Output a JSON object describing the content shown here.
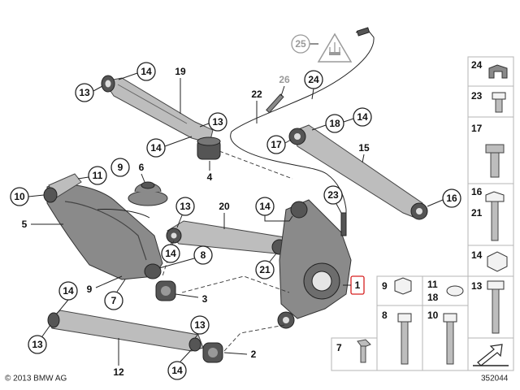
{
  "copyright": "© 2013 BMW AG",
  "diagram_number": "352044",
  "colors": {
    "highlight": "#d62020",
    "grey_callout": "#9a9a9a"
  },
  "callouts": {
    "c25": "25",
    "c26": "26",
    "c24": "24",
    "c22": "22",
    "c14_a": "14",
    "c13_a": "13",
    "c19": "19",
    "c13_b": "13",
    "c14_b": "14",
    "c18": "18",
    "c14_c": "14",
    "c17": "17",
    "c15": "15",
    "c11_a": "11",
    "c9_a": "9",
    "c6": "6",
    "c4": "4",
    "c10_a": "10",
    "c5": "5",
    "c13_c": "13",
    "c20": "20",
    "c14_d": "14",
    "c23_a": "23",
    "c16_a": "16",
    "c14_e": "14",
    "c8_a": "8",
    "c21_a": "21",
    "c1": "1",
    "c9_b": "9",
    "c7_a": "7",
    "c3": "3",
    "c14_f": "14",
    "c13_d": "13",
    "c12": "12",
    "c13_e": "13",
    "c14_g": "14",
    "c2": "2"
  },
  "side_panel": {
    "p24": "24",
    "p23": "23",
    "p17": "17",
    "p16": "16",
    "p21": "21",
    "p14": "14",
    "p13": "13",
    "p9": "9",
    "p11": "11",
    "p18": "18",
    "p8": "8",
    "p10": "10",
    "p7": "7"
  }
}
